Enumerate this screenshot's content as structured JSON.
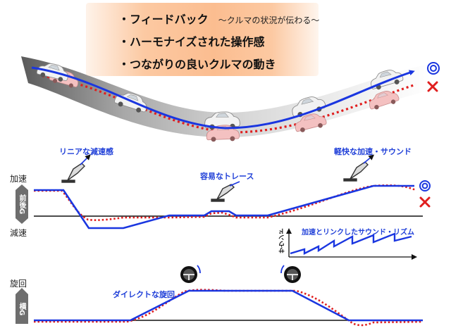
{
  "header": {
    "items": [
      {
        "text": "・フィードバック",
        "sub": "～クルマの状況が伝わる～"
      },
      {
        "text": "・ハーモナイズされた操作感",
        "sub": ""
      },
      {
        "text": "・つながりの良いクルマの動き",
        "sub": ""
      }
    ]
  },
  "legend": {
    "good_symbol": "◎",
    "bad_symbol": "×"
  },
  "accel_chart": {
    "axis_top": "加速",
    "axis_bottom": "減速",
    "axis_name": "前後G",
    "annotations": {
      "linear_decel": "リニアな減速感",
      "easy_trace": "容易なトレース",
      "light_accel": "軽快な加速・サウンド"
    }
  },
  "sound_chart": {
    "axis_name": "サウンド",
    "caption": "加速とリンクしたサウンド・リズム"
  },
  "lateral_chart": {
    "axis_top": "旋回",
    "axis_name": "横G",
    "annotation": "ダイレクトな旋回"
  },
  "colors": {
    "blue_line": "#1a36e0",
    "red_dotted": "#e01e1e",
    "banner": "#fbc49c",
    "road": "#9a9a9a"
  },
  "icons": [
    "brake-pedal-icon",
    "steering-wheel-icon",
    "accelerator-pedal-icon",
    "car-icon"
  ]
}
